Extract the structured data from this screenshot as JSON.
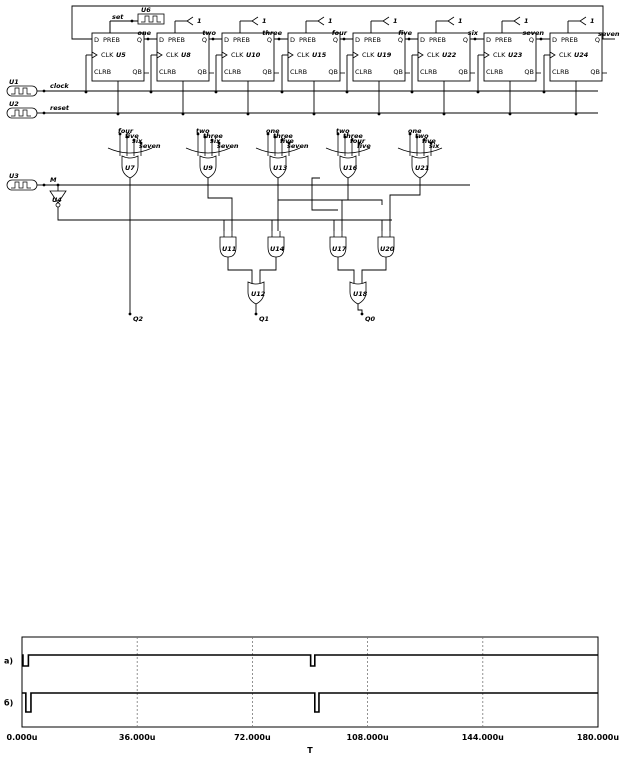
{
  "schematic": {
    "flipflops": [
      {
        "ref": "U5",
        "out": "",
        "d": "D",
        "preb": "PREB",
        "q": "Q",
        "clk": "CLK",
        "clrb": "CLRB",
        "qb": "QB"
      },
      {
        "ref": "U8",
        "out": "one",
        "d": "D",
        "preb": "PREB",
        "q": "Q",
        "clk": "CLK",
        "clrb": "CLRB",
        "qb": "QB"
      },
      {
        "ref": "U10",
        "out": "two",
        "d": "D",
        "preb": "PREB",
        "q": "Q",
        "clk": "CLK",
        "clrb": "CLRB",
        "qb": "QB"
      },
      {
        "ref": "U15",
        "out": "three",
        "d": "D",
        "preb": "PREB",
        "q": "Q",
        "clk": "CLK",
        "clrb": "CLRB",
        "qb": "QB"
      },
      {
        "ref": "U19",
        "out": "four",
        "d": "D",
        "preb": "PREB",
        "q": "Q",
        "clk": "CLK",
        "clrb": "CLRB",
        "qb": "QB"
      },
      {
        "ref": "U22",
        "out": "five",
        "d": "D",
        "preb": "PREB",
        "q": "Q",
        "clk": "CLK",
        "clrb": "CLRB",
        "qb": "QB"
      },
      {
        "ref": "U23",
        "out": "six",
        "d": "D",
        "preb": "PREB",
        "q": "Q",
        "clk": "CLK",
        "clrb": "CLRB",
        "qb": "QB"
      },
      {
        "ref": "U24",
        "out": "seven",
        "d": "D",
        "preb": "PREB",
        "q": "Q",
        "clk": "CLK",
        "clrb": "CLRB",
        "qb": "QB"
      }
    ],
    "high_level": "1",
    "set_label": "set",
    "set_source": "U6",
    "sources": [
      {
        "ref": "U1",
        "net": "clock"
      },
      {
        "ref": "U2",
        "net": "reset"
      },
      {
        "ref": "U3",
        "net": "M"
      }
    ],
    "inverter": "U4",
    "or_gates": [
      {
        "ref": "U7",
        "inputs": [
          "four",
          "five",
          "six",
          "seven"
        ]
      },
      {
        "ref": "U9",
        "inputs": [
          "two",
          "three",
          "six",
          "seven"
        ]
      },
      {
        "ref": "U13",
        "inputs": [
          "one",
          "three",
          "five",
          "seven"
        ]
      },
      {
        "ref": "U16",
        "inputs": [
          "two",
          "three",
          "four",
          "five"
        ]
      },
      {
        "ref": "U21",
        "inputs": [
          "one",
          "two",
          "five",
          "six"
        ]
      }
    ],
    "and_gates": [
      "U11",
      "U14",
      "U17",
      "U20"
    ],
    "or_out_gates": [
      "U12",
      "U18"
    ],
    "outputs": [
      "Q2",
      "Q1",
      "Q0"
    ]
  },
  "chart_data": {
    "type": "line",
    "xlabel": "T",
    "xlim": [
      0,
      180
    ],
    "x_ticks": [
      "0.000u",
      "36.000u",
      "72.000u",
      "108.000u",
      "144.000u",
      "180.000u"
    ],
    "x_tick_values": [
      0,
      36,
      72,
      108,
      144,
      180
    ],
    "grid": true,
    "series": [
      {
        "name": "а)",
        "x": [
          0,
          0.3,
          0.3,
          2,
          2,
          90.2,
          90.2,
          91.5,
          91.5,
          180
        ],
        "y": [
          1,
          1,
          0,
          0,
          1,
          1,
          0,
          0,
          1,
          1
        ]
      },
      {
        "name": "б)",
        "x": [
          0,
          1.2,
          1.2,
          2.8,
          2.8,
          91.5,
          91.5,
          92.8,
          92.8,
          180
        ],
        "y": [
          1,
          1,
          0,
          0,
          1,
          1,
          0,
          0,
          1,
          1
        ]
      }
    ]
  }
}
